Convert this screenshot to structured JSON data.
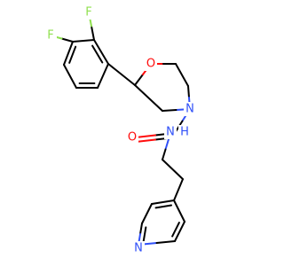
{
  "molecule": {
    "atoms": {
      "fluorine_upper": "F",
      "fluorine_lower": "F",
      "ring_oxygen": "O",
      "ring_nitrogen": "N",
      "carbonyl_oxygen": "O",
      "amide_nitrogen": "N",
      "amide_hydrogen": "H",
      "pyridine_nitrogen": "N"
    },
    "colors": {
      "fluorine": "#90e050",
      "oxygen": "#ff0d0d",
      "nitrogen": "#3050f8",
      "carbon": "#000000"
    }
  }
}
